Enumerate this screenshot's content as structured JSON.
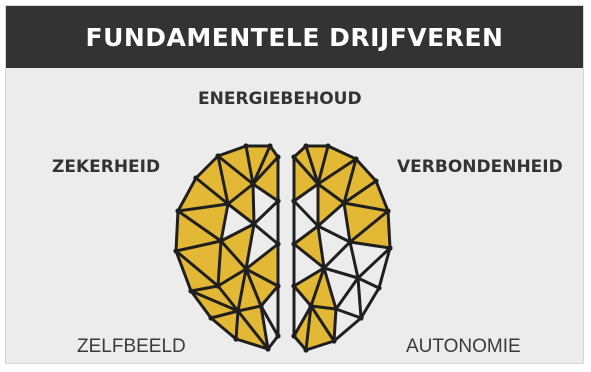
{
  "title": "FUNDAMENTELE DRIJFVEREN",
  "drivers": {
    "top": "ENERGIEBEHOUD",
    "left": "ZEKERHEID",
    "right": "VERBONDENHEID",
    "bottom_left": "ZELFBEELD",
    "bottom_right": "AUTONOMIE"
  },
  "graphic": {
    "icon": "geometric-brain-icon",
    "fill_color": "#e3b834",
    "line_color": "#1f1f1f"
  }
}
